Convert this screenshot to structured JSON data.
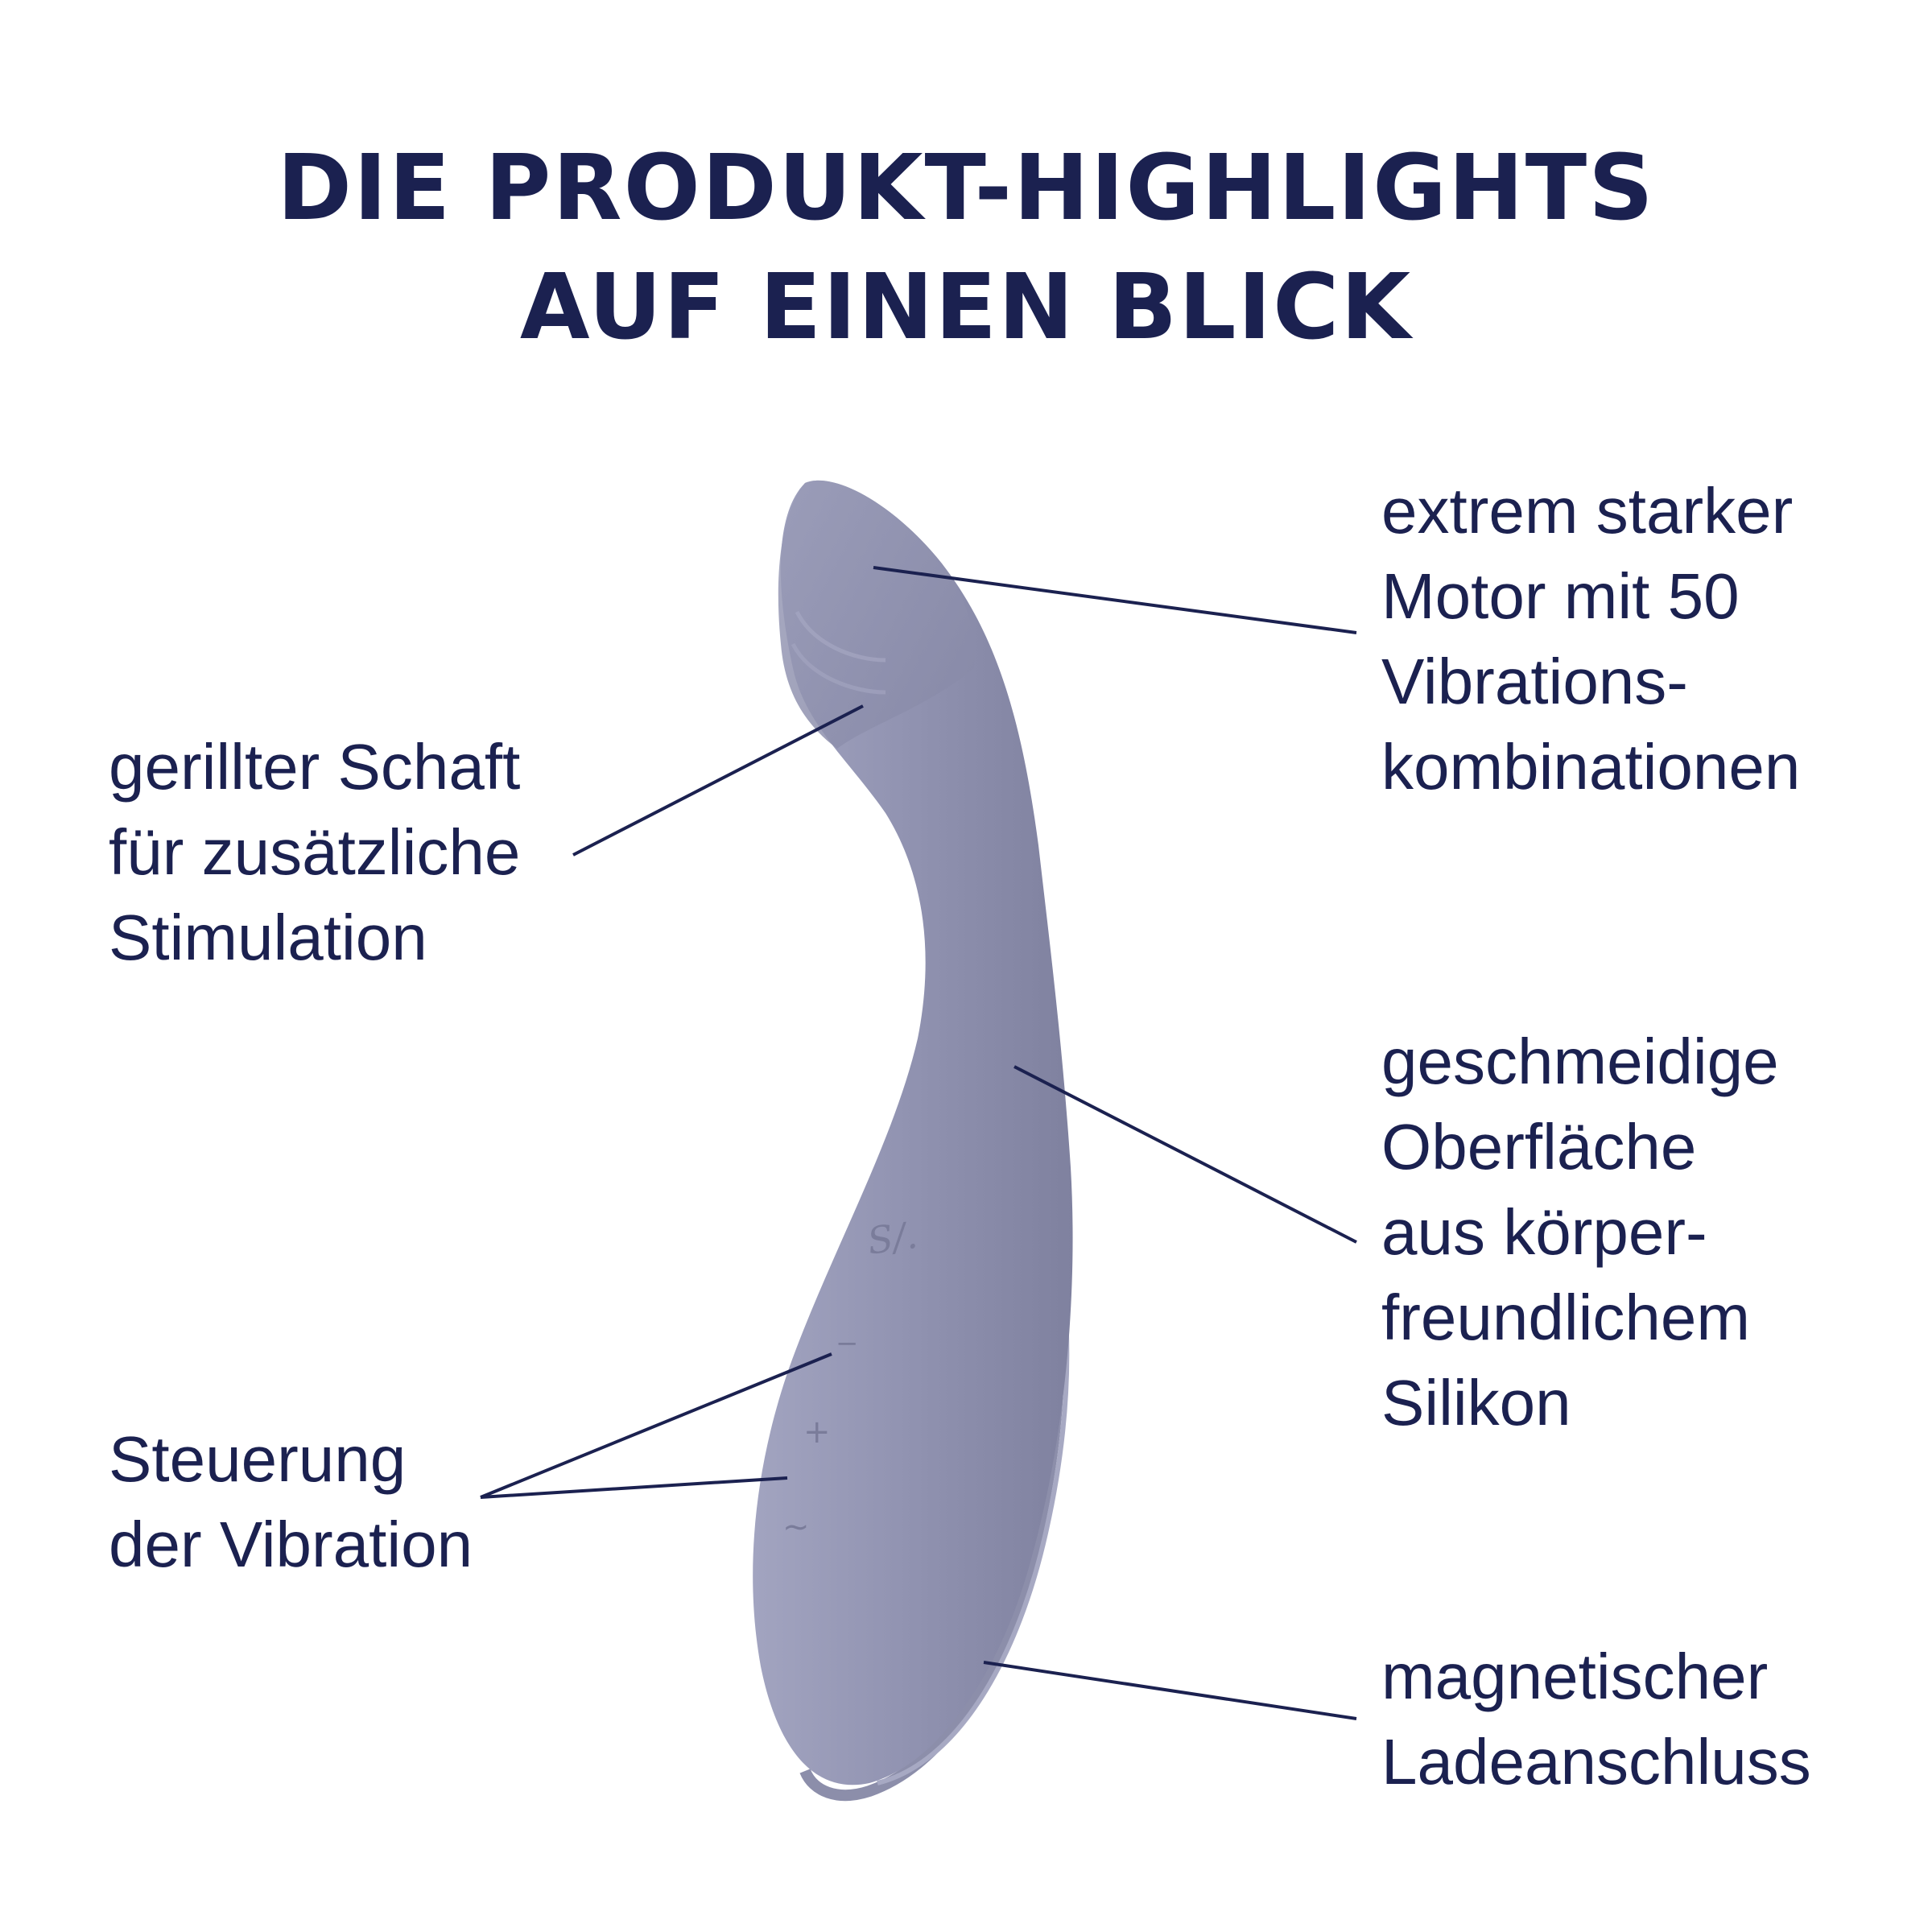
{
  "title": {
    "line1": "DIE PRODUKT-HIGHLIGHTS",
    "line2": "AUF EINEN BLICK"
  },
  "callouts": {
    "motor": [
      "extrem starker",
      "Motor mit 50",
      "Vibrations-",
      "kombinationen"
    ],
    "shaft": [
      "gerillter Schaft",
      "für zusätzliche",
      "Stimulation"
    ],
    "surface": [
      "geschmeidige",
      "Oberfläche",
      "aus körper-",
      "freundlichem",
      "Silikon"
    ],
    "controls": [
      "Steuerung",
      "der Vibration"
    ],
    "charging": [
      "magnetischer",
      "Ladeanschluss"
    ]
  },
  "product": {
    "logo_mark": "S/.",
    "buttons": [
      "−",
      "+",
      "∼"
    ]
  },
  "colors": {
    "text": "#1b2150",
    "product": "#8e90ae",
    "leader_line": "#1b2150",
    "background": "#ffffff"
  }
}
